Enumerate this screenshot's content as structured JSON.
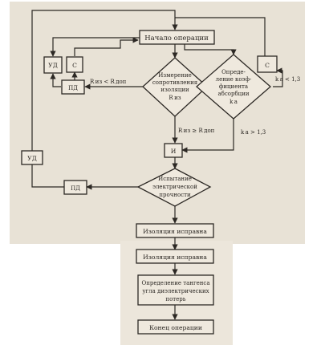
{
  "colors": {
    "page_bg": "#ffffff",
    "paper_upper": "#e8e2d6",
    "paper_lower": "#ece6db",
    "ink": "#2c2824",
    "box_fill": "#efe9de"
  },
  "diagram": {
    "start": "Начало операции",
    "measure": [
      "Измерение",
      "сопротивления",
      "изоляции",
      "R из"
    ],
    "absorb": [
      "Опреде-",
      "ление коэф-",
      "фициента",
      "абсорбции",
      "k а"
    ],
    "ud": "УД",
    "c": "С",
    "pd": "ПД",
    "and_gate": "И",
    "cond_r_low": "R из < R доп",
    "cond_r_high": "R из ≥ R доп",
    "cond_k_low": "k а < 1,3",
    "cond_k_high": "k а > 1,3",
    "test": [
      "Испытание",
      "электрической",
      "прочности"
    ],
    "ok1": "Изоляция исправна",
    "ok2": "Изоляция исправна",
    "tan": [
      "Определение тангенса",
      "угла диэлектрических",
      "потерь"
    ],
    "end": "Конец операции"
  }
}
